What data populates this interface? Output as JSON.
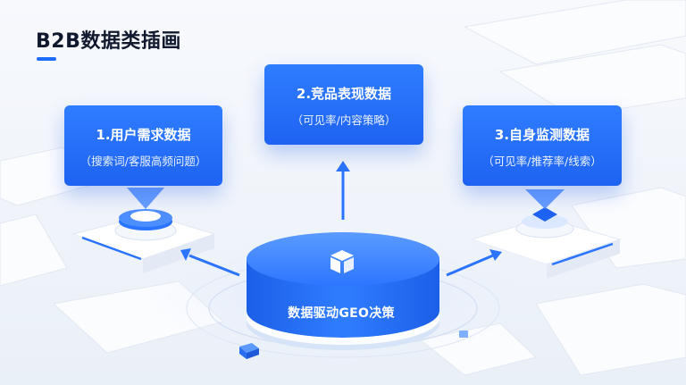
{
  "header": {
    "title": "B2B数据类插画"
  },
  "hub": {
    "label": "数据驱动GEO决策"
  },
  "cards": [
    {
      "title": "1.用户需求数据",
      "subtitle": "（搜索词/客服高频问题）"
    },
    {
      "title": "2.竞品表现数据",
      "subtitle": "（可见率/内容策略）"
    },
    {
      "title": "3.自身监测数据",
      "subtitle": "（可见率/推荐率/线索）"
    }
  ],
  "colors": {
    "accent": "#1e6bff",
    "card": "#2a74ff",
    "background": "#f3f6fb",
    "text": "#10192e"
  },
  "icons": {
    "hub": "cube-icon",
    "arrows": "arrow-icon"
  }
}
